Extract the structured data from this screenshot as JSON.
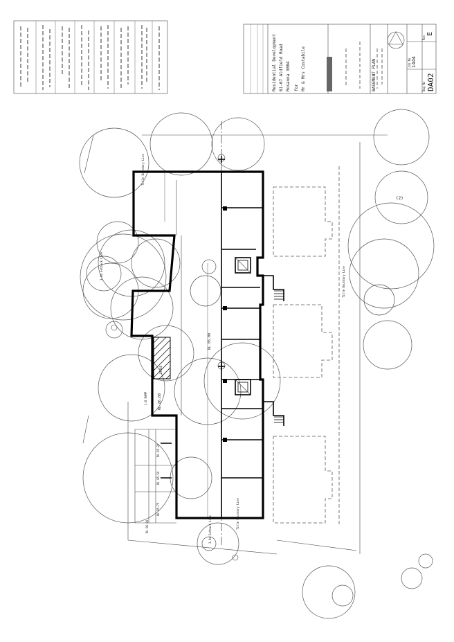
{
  "title_block": {
    "project_line1": "Residential Development",
    "project_line2": "61-67 Aldfield Road",
    "project_line3": "Rosanna 3084",
    "for_label": "for",
    "client": "Mr & Mrs Costabile",
    "drawing_title": "BASEMENT PLAN",
    "job_no": "1444",
    "drawing_no": "DA02",
    "revision": "E",
    "job_label": "Job No",
    "dwg_label": "Dwg No",
    "rev_label": "Rev"
  },
  "annotations": {
    "rl_main": "RL 85.00",
    "rl_ramp": "RL 86.00",
    "rl_a": "RL 85.25",
    "rl_b": "RL 85.50",
    "rl_c": "RL 85.75",
    "rl_d": "RL 86.00",
    "setback_1": "Title Boundary Line",
    "setback_2": "3.0m Setback Line",
    "ramp_note": "1:8 RAMP",
    "store": "STORE",
    "tree_no": "(2)"
  },
  "colors": {
    "ink": "#000000",
    "line": "#444444",
    "paper": "#ffffff"
  }
}
